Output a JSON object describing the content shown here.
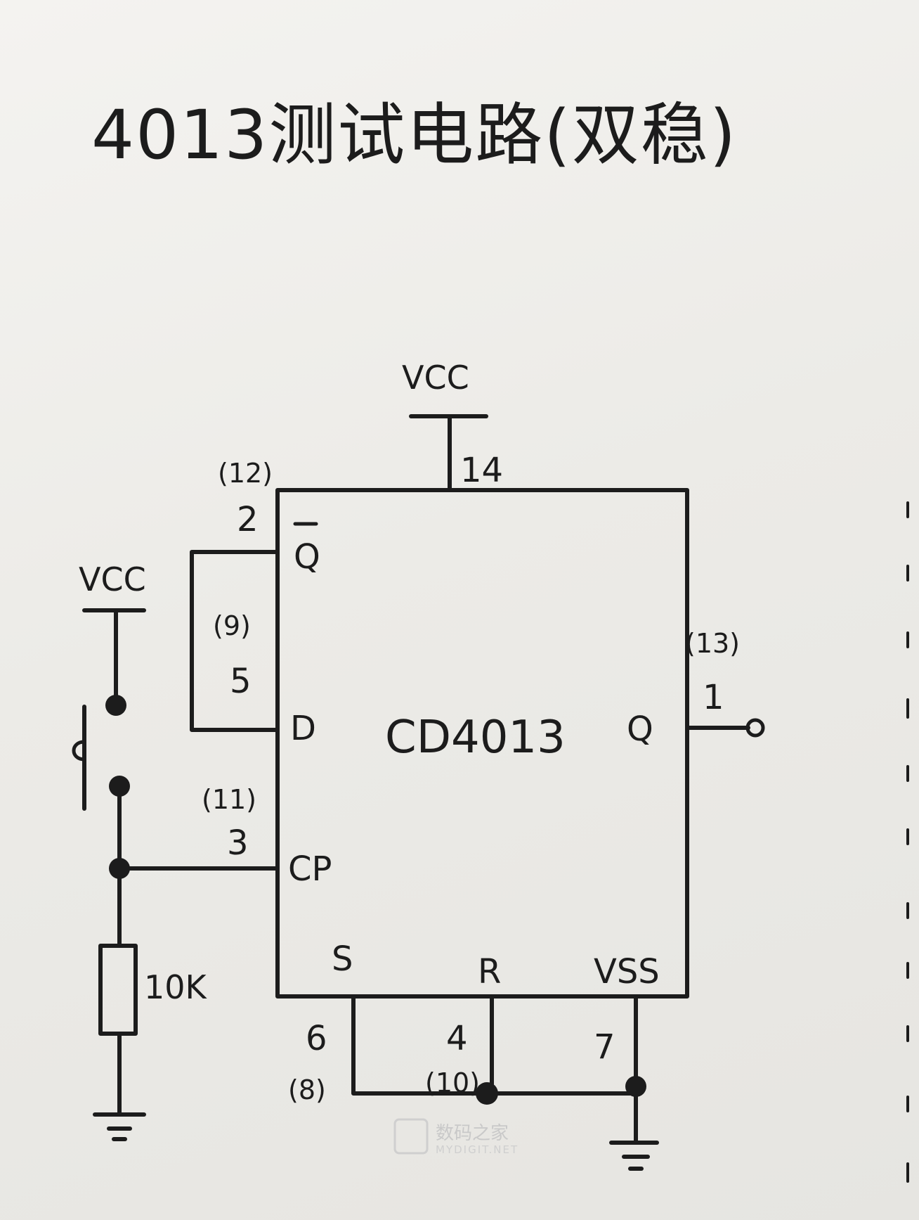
{
  "title": "4013测试电路(双稳)",
  "chip": {
    "name": "CD4013",
    "pins": {
      "q_bar": {
        "label": "Q",
        "number": "2",
        "alt": "(12)"
      },
      "d": {
        "label": "D",
        "number": "5",
        "alt": "(9)"
      },
      "cp": {
        "label": "CP",
        "number": "3",
        "alt": "(11)"
      },
      "s": {
        "label": "S",
        "number": "6",
        "alt": "(8)"
      },
      "r": {
        "label": "R",
        "number": "4",
        "alt": "(10)"
      },
      "vss": {
        "label": "VSS",
        "number": "7"
      },
      "vcc": {
        "number": "14"
      },
      "q": {
        "label": "Q",
        "number": "1",
        "alt": "(13)"
      }
    }
  },
  "supply": {
    "top": "VCC",
    "left": "VCC"
  },
  "resistor": {
    "value": "10K"
  },
  "watermark": {
    "cn": "数码之家",
    "en": "MYDIGIT.NET"
  }
}
